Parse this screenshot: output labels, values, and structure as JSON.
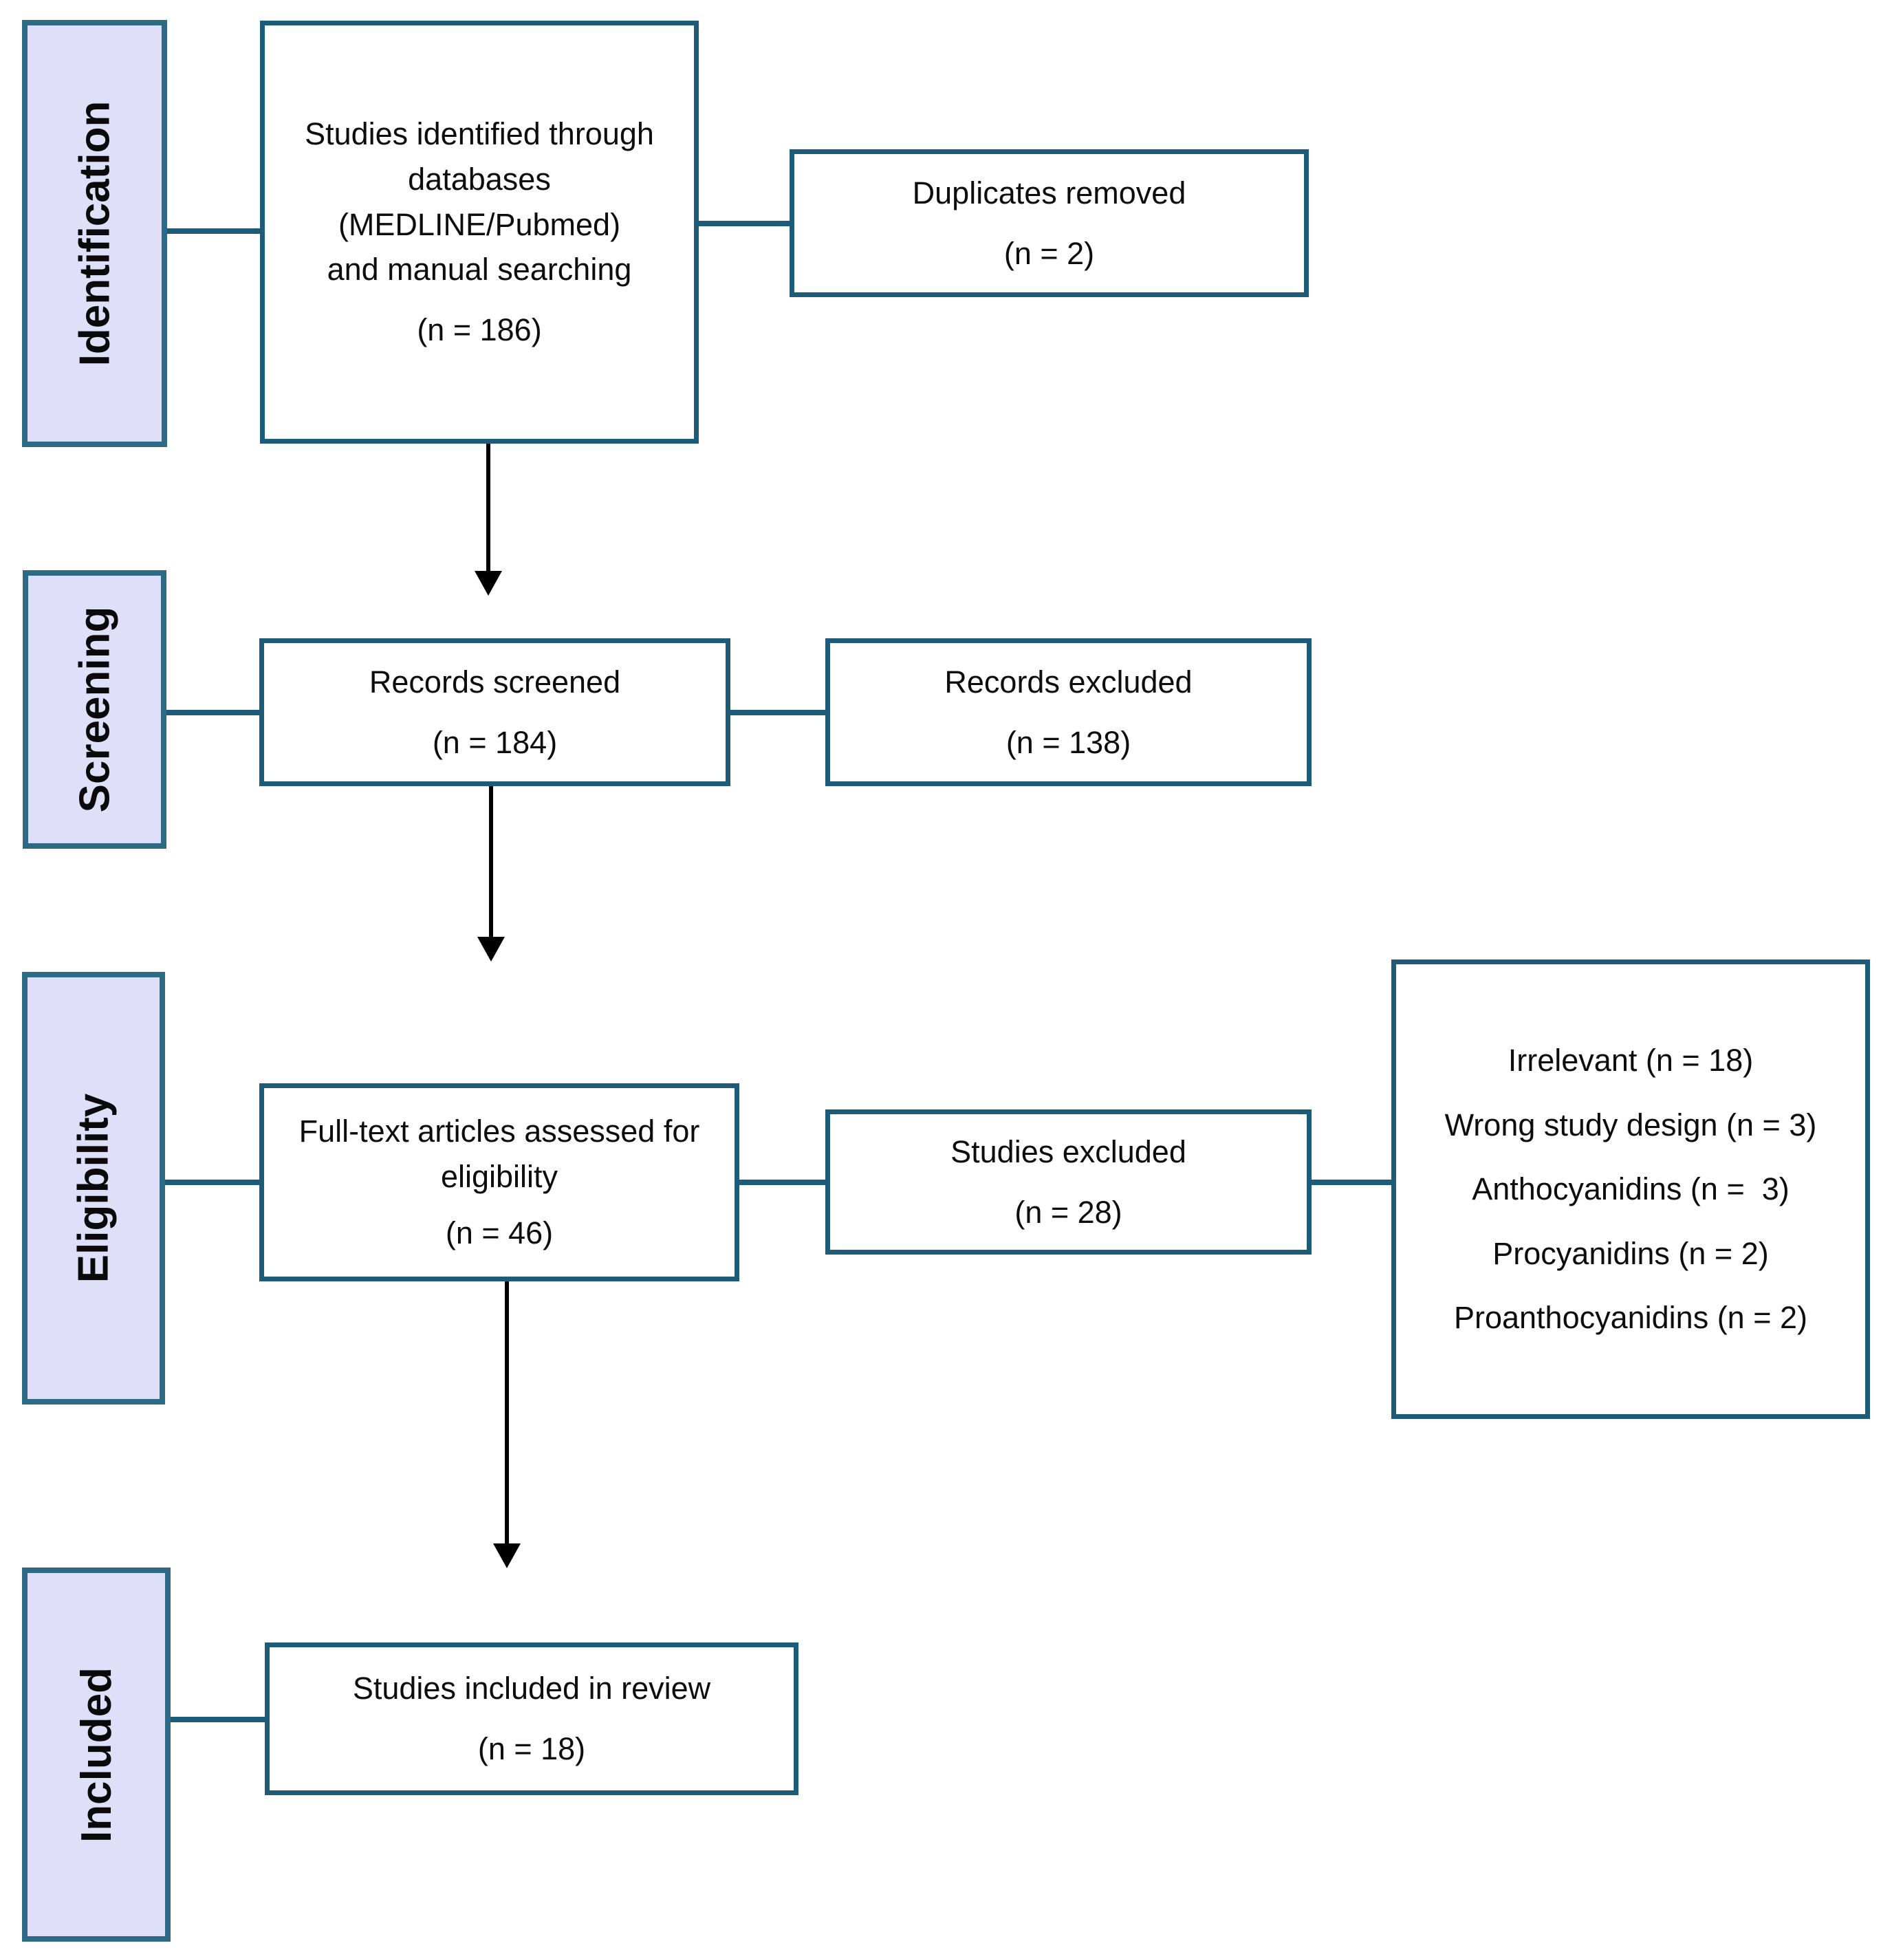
{
  "title": "PRISMA flow diagram",
  "colors": {
    "flow_box_border": "#1e5b79",
    "stage_label_border": "#2e6a85",
    "stage_label_fill": "#dfdff9",
    "arrow": "#000000",
    "text": "#0d0d0d",
    "background": "#ffffff"
  },
  "stages": [
    {
      "label": "Identification"
    },
    {
      "label": "Screening"
    },
    {
      "label": "Eligibility"
    },
    {
      "label": "Included"
    }
  ],
  "boxes": {
    "identified": {
      "lines": [
        "Studies identified through",
        "databases (MEDLINE/Pubmed)",
        "and manual searching"
      ],
      "count": "(n = 186)"
    },
    "duplicates": {
      "lines": [
        "Duplicates removed"
      ],
      "count": "(n = 2)"
    },
    "screened": {
      "lines": [
        "Records screened"
      ],
      "count": "(n = 184)"
    },
    "records_excluded": {
      "lines": [
        "Records excluded"
      ],
      "count": "(n = 138)"
    },
    "fulltext": {
      "lines": [
        "Full-text articles assessed for",
        "eligibility"
      ],
      "count": "(n = 46)"
    },
    "studies_excluded": {
      "lines": [
        "Studies excluded"
      ],
      "count": "(n = 28)"
    },
    "reasons": {
      "lines": [
        "Irrelevant (n = 18)",
        "Wrong study design (n = 3)",
        "Anthocyanidins (n =  3)",
        "Procyanidins (n = 2)",
        "Proanthocyanidins (n = 2)"
      ]
    },
    "included": {
      "lines": [
        "Studies included in review"
      ],
      "count": "(n = 18)"
    }
  }
}
